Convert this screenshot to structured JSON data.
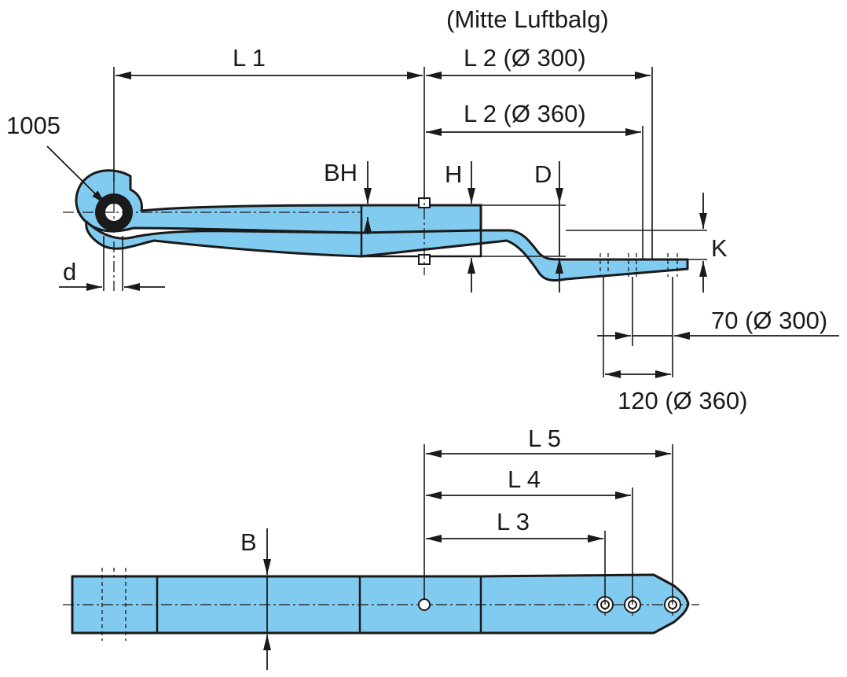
{
  "diagram": {
    "colors": {
      "spring_fill": "#82cbf0",
      "outline": "#1a1a1a",
      "background": "#ffffff"
    },
    "side_view": {
      "note": "(Mitte Luftbalg)",
      "labels": {
        "l1": "L 1",
        "l2_300": "L 2 (Ø 300)",
        "l2_360": "L 2 (Ø 360)",
        "part_number": "1005",
        "bh": "BH",
        "h": "H",
        "d_upper": "D",
        "k": "K",
        "d_lower": "d",
        "dim_70": "70 (Ø 300)",
        "dim_120": "120 (Ø 360)"
      }
    },
    "top_view": {
      "labels": {
        "l5": "L 5",
        "l4": "L 4",
        "l3": "L 3",
        "b": "B"
      }
    }
  }
}
